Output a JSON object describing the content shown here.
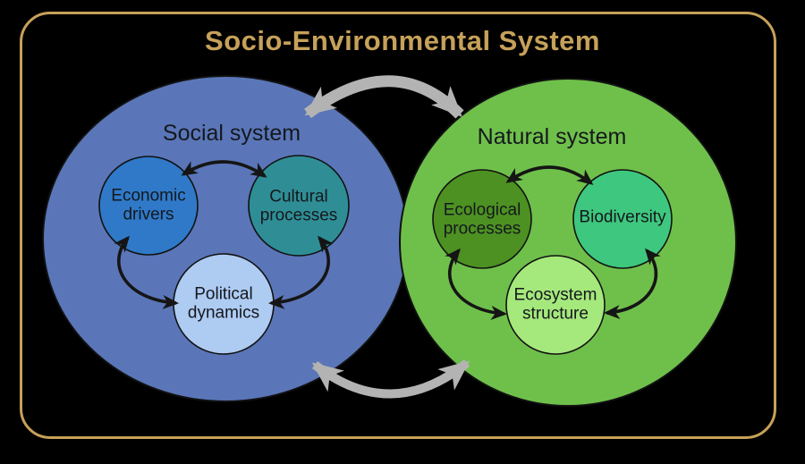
{
  "title": "Socio-Environmental System",
  "social_system": {
    "label": "Social system",
    "nodes": {
      "economic": {
        "label": "Economic\ndrivers"
      },
      "cultural": {
        "label": "Cultural\nprocesses"
      },
      "political": {
        "label": "Political\ndynamics"
      }
    }
  },
  "natural_system": {
    "label": "Natural system",
    "nodes": {
      "ecological": {
        "label": "Ecological\nprocesses"
      },
      "biodiversity": {
        "label": "Biodiversity"
      },
      "ecosystem": {
        "label": "Ecosystem\nstructure"
      }
    }
  },
  "colors": {
    "background": "#000000",
    "frame_border": "#C6A159",
    "title_text": "#C6A159",
    "label_text": "#15181D",
    "social_circle": "#5A76B8",
    "natural_circle": "#6FC04B",
    "economic_drivers": "#2F79C8",
    "cultural_processes": "#2F8E95",
    "political_dynamics": "#AECBF2",
    "ecological_processes": "#4C9122",
    "biodiversity": "#3EC77E",
    "ecosystem_structure": "#A5E87C",
    "exchange_arrows": "#B3B3B3",
    "cycle_arrows": "#151515",
    "circle_outline": "#111111"
  }
}
